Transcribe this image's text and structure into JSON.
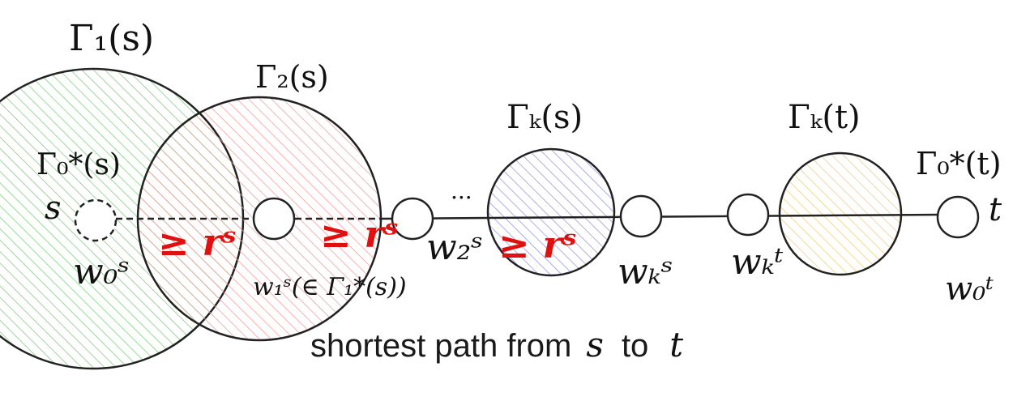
{
  "colors": {
    "green_hatch": "#7fd07f",
    "red_hatch": "#f0a0a0",
    "blue_hatch": "#9a9ae0",
    "yellow_hatch": "#f0d080",
    "annotation": "#e01010"
  },
  "labels": {
    "gamma1_s": "Γ₁(s)",
    "gamma2_s": "Γ₂(s)",
    "gammak_s": "Γₖ(s)",
    "gammak_t": "Γₖ(t)",
    "gamma0star_s": "Γ₀*(s)",
    "gamma0star_t": "Γ₀*(t)",
    "s": "s",
    "t": "t",
    "w0s": "w₀ˢ",
    "w1s": "w₁ˢ(∈ Γ₁*(s))",
    "w2s": "w₂ˢ",
    "wks": "wₖˢ",
    "wkt": "wₖᵗ",
    "w0t": "w₀ᵗ",
    "dots": "...",
    "ge_r1": "≥ rˢ",
    "ge_r2": "≥ rˢ",
    "ge_r3": "≥ rˢ"
  },
  "caption": {
    "prefix": "shortest path from",
    "s": "s",
    "to": "to",
    "t": "t"
  }
}
